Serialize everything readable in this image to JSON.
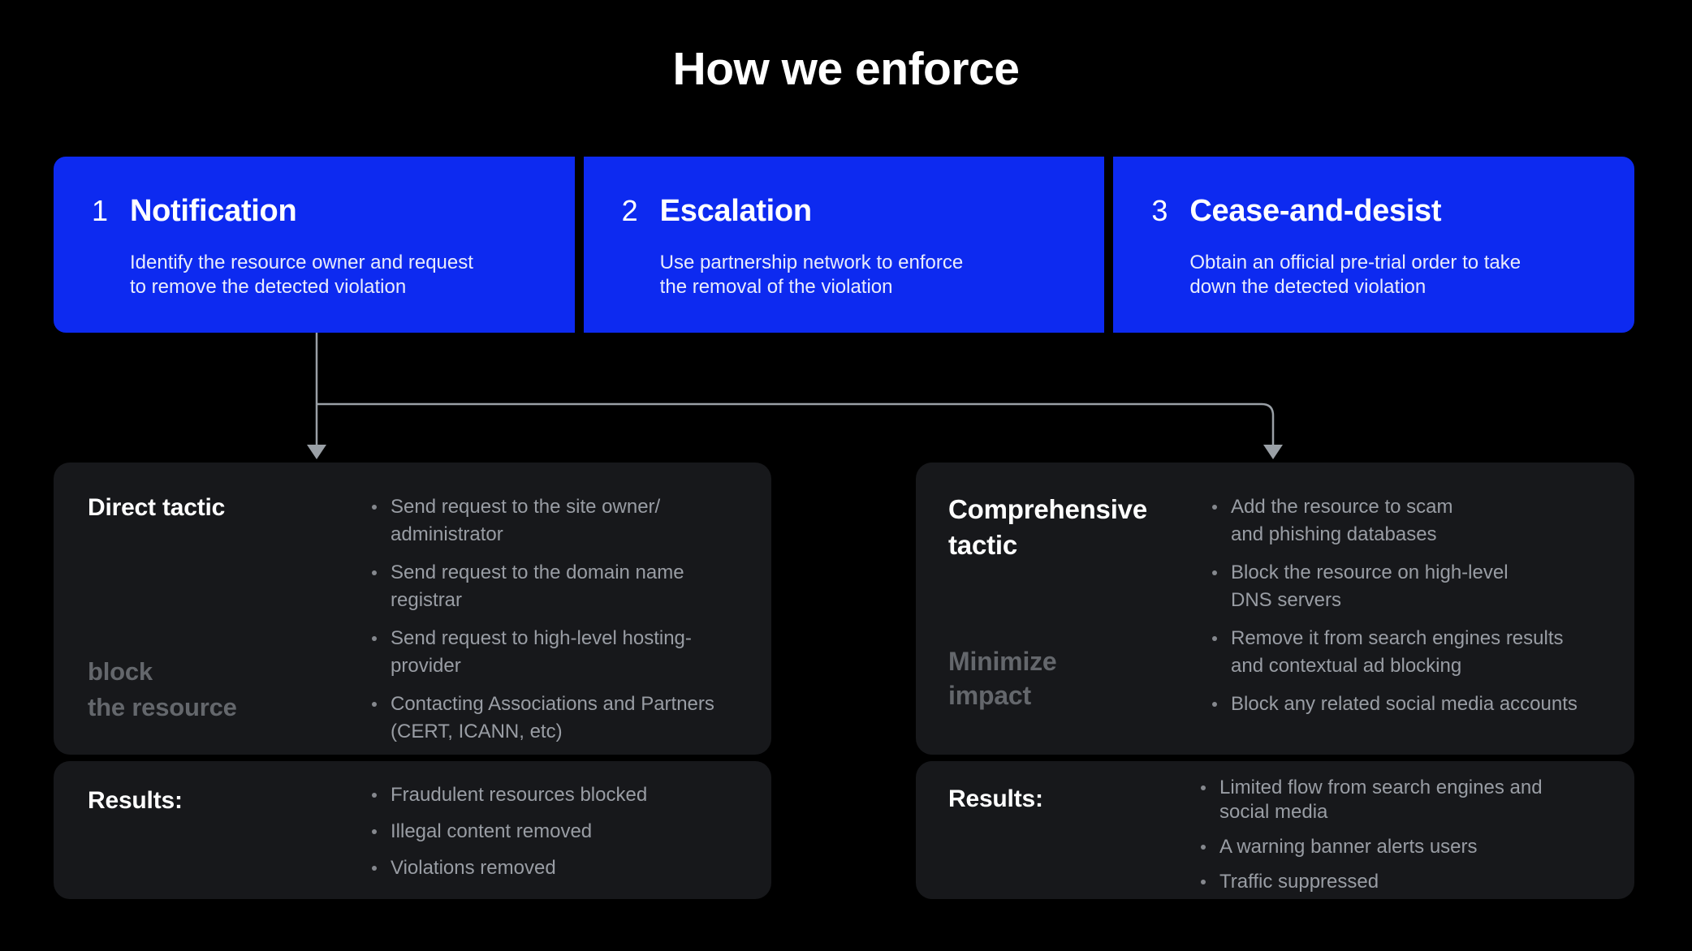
{
  "title": "How we enforce",
  "colors": {
    "background": "#000000",
    "step_card_blue": "#0d2af0",
    "panel_dark": "#17181b",
    "muted_text": "#999da4",
    "dim_label": "#64676c",
    "connector_gray": "#9aa0a6"
  },
  "steps": [
    {
      "number": "1",
      "title": "Notification",
      "description": "Identify the resource owner and request\nto remove the detected violation"
    },
    {
      "number": "2",
      "title": "Escalation",
      "description": "Use partnership network to enforce\nthe removal of the violation"
    },
    {
      "number": "3",
      "title": "Cease-and-desist",
      "description": "Obtain an official pre-trial order to take\ndown the detected violation"
    }
  ],
  "left_panel": {
    "tactic_title": "Direct tactic",
    "tactic_subtitle": "block\nthe resource",
    "bullets": [
      "Send request to the site owner/\nadministrator",
      "Send request to the domain name\nregistrar",
      "Send request to high-level hosting-\nprovider",
      "Contacting Associations and Partners\n(CERT, ICANN, etc)"
    ],
    "results_label": "Results:",
    "results": [
      "Fraudulent resources blocked",
      "Illegal content removed",
      "Violations removed"
    ]
  },
  "right_panel": {
    "tactic_title": "Comprehensive\ntactic",
    "tactic_subtitle": "Minimize\nimpact",
    "bullets": [
      "Add the resource to scam\nand phishing databases",
      "Block the resource on high-level\nDNS servers",
      "Remove it from search engines results\nand contextual ad blocking",
      "Block any related social media accounts"
    ],
    "results_label": "Results:",
    "results": [
      "Limited flow from search engines and\nsocial media",
      "A warning banner alerts users",
      "Traffic suppressed"
    ]
  }
}
